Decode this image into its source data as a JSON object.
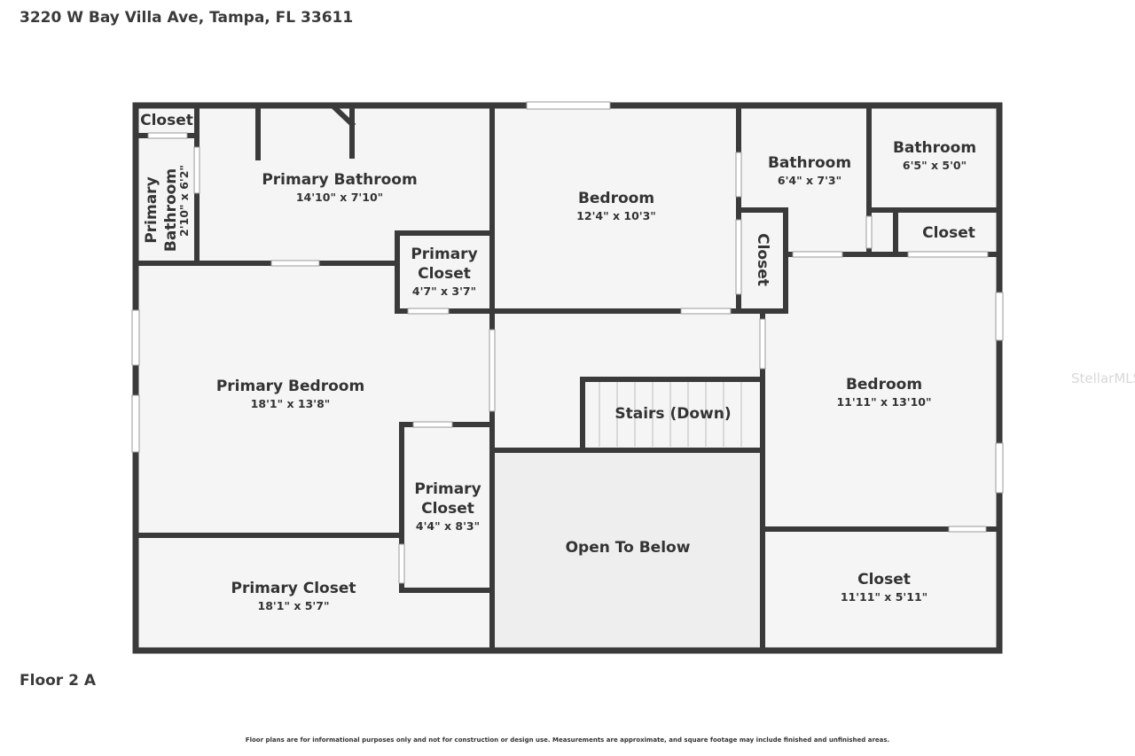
{
  "header": {
    "address": "3220 W Bay Villa Ave, Tampa, FL 33611"
  },
  "footer": {
    "floor_label": "Floor 2 A",
    "disclaimer": "Floor plans are for informational purposes only and not for construction or design use. Measurements are approximate, and square footage may include finished and unfinished areas."
  },
  "watermark": "StellarMLS",
  "colors": {
    "wall": "#3a3a3a",
    "floor": "#f5f5f5",
    "open_area": "#eeeeee",
    "window": "#ffffff"
  },
  "rooms": {
    "closet_tl": {
      "name": "Closet"
    },
    "primary_bath_small": {
      "name": "Primary Bathroom",
      "line1": "Primary",
      "line2": "Bathroom",
      "dims": "2'10\" x 6'2\""
    },
    "primary_bath": {
      "name": "Primary Bathroom",
      "dims": "14'10\" x 7'10\""
    },
    "primary_closet_a": {
      "line1": "Primary",
      "line2": "Closet",
      "dims": "4'7\" x 3'7\""
    },
    "bedroom_top": {
      "name": "Bedroom",
      "dims": "12'4\" x 10'3\""
    },
    "bathroom_a": {
      "name": "Bathroom",
      "dims": "6'4\" x 7'3\""
    },
    "bathroom_b": {
      "name": "Bathroom",
      "dims": "6'5\" x 5'0\""
    },
    "closet_vert": {
      "name": "Closet"
    },
    "closet_right": {
      "name": "Closet"
    },
    "primary_bedroom": {
      "name": "Primary Bedroom",
      "dims": "18'1\" x 13'8\""
    },
    "stairs": {
      "name": "Stairs (Down)"
    },
    "bedroom_right": {
      "name": "Bedroom",
      "dims": "11'11\" x 13'10\""
    },
    "primary_closet_b": {
      "line1": "Primary",
      "line2": "Closet",
      "dims": "4'4\" x 8'3\""
    },
    "open_below": {
      "name": "Open To Below"
    },
    "primary_closet_c": {
      "name": "Primary Closet",
      "dims": "18'1\" x 5'7\""
    },
    "closet_br": {
      "name": "Closet",
      "dims": "11'11\" x 5'11\""
    }
  }
}
